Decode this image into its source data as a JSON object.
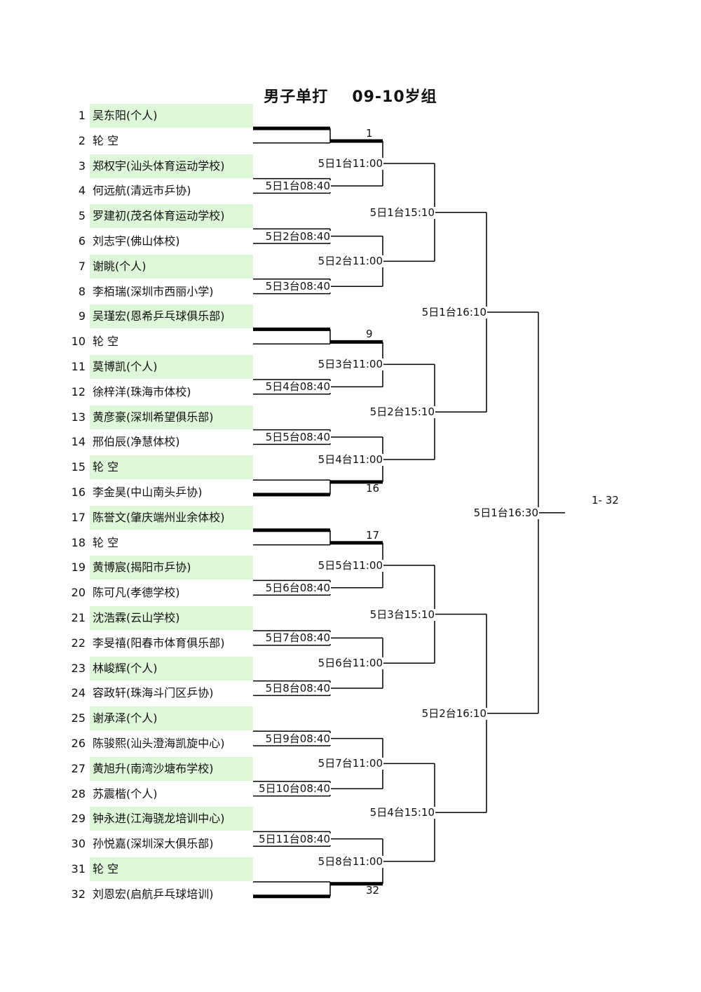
{
  "title": {
    "event": "男子单打",
    "group": "09-10岁组"
  },
  "players": [
    {
      "no": "1",
      "name": "吴东阳(个人)"
    },
    {
      "no": "2",
      "name": "轮  空"
    },
    {
      "no": "3",
      "name": "郑权宇(汕头体育运动学校)"
    },
    {
      "no": "4",
      "name": "何远航(清远市乒协)"
    },
    {
      "no": "5",
      "name": "罗建初(茂名体育运动学校)"
    },
    {
      "no": "6",
      "name": "刘志宇(佛山体校)"
    },
    {
      "no": "7",
      "name": "谢眺(个人)"
    },
    {
      "no": "8",
      "name": "李栢瑞(深圳市西丽小学)"
    },
    {
      "no": "9",
      "name": "吴瑾宏(恩希乒乓球俱乐部)"
    },
    {
      "no": "10",
      "name": "轮  空"
    },
    {
      "no": "11",
      "name": "莫博凯(个人)"
    },
    {
      "no": "12",
      "name": "徐梓洋(珠海市体校)"
    },
    {
      "no": "13",
      "name": "黄彦豪(深圳希望俱乐部)"
    },
    {
      "no": "14",
      "name": "邢伯辰(净慧体校)"
    },
    {
      "no": "15",
      "name": "轮  空"
    },
    {
      "no": "16",
      "name": "李金昊(中山南头乒协)"
    },
    {
      "no": "17",
      "name": "陈誉文(肇庆端州业余体校)"
    },
    {
      "no": "18",
      "name": "轮  空"
    },
    {
      "no": "19",
      "name": "黄博宸(揭阳市乒协)"
    },
    {
      "no": "20",
      "name": "陈可凡(孝德学校)"
    },
    {
      "no": "21",
      "name": "沈浩霖(云山学校)"
    },
    {
      "no": "22",
      "name": "李旻禧(阳春市体育俱乐部)"
    },
    {
      "no": "23",
      "name": "林峻辉(个人)"
    },
    {
      "no": "24",
      "name": "容政轩(珠海斗门区乒协)"
    },
    {
      "no": "25",
      "name": "谢承泽(个人)"
    },
    {
      "no": "26",
      "name": "陈骏熙(汕头澄海凯旋中心)"
    },
    {
      "no": "27",
      "name": "黄旭升(南湾沙塘布学校)"
    },
    {
      "no": "28",
      "name": "苏震楷(个人)"
    },
    {
      "no": "29",
      "name": "钟永进(江海骁龙培训中心)"
    },
    {
      "no": "30",
      "name": "孙悦嘉(深圳深大俱乐部)"
    },
    {
      "no": "31",
      "name": "轮  空"
    },
    {
      "no": "32",
      "name": "刘恩宏(启航乒乓球培训)"
    }
  ],
  "r1": [
    "1",
    "5日1台08:40",
    "5日2台08:40",
    "5日3台08:40",
    "9",
    "5日4台08:40",
    "5日5台08:40",
    "16",
    "17",
    "5日6台08:40",
    "5日7台08:40",
    "5日8台08:40",
    "5日9台08:40",
    "5日10台08:40",
    "5日11台08:40",
    "32"
  ],
  "r2": [
    "5日1台11:00",
    "5日2台11:00",
    "5日3台11:00",
    "5日4台11:00",
    "5日5台11:00",
    "5日6台11:00",
    "5日7台11:00",
    "5日8台11:00"
  ],
  "r3": [
    "5日1台15:10",
    "5日2台15:10",
    "5日3台15:10",
    "5日4台15:10"
  ],
  "r4": [
    "5日1台16:10",
    "5日2台16:10"
  ],
  "r5": [
    "5日1台16:30"
  ],
  "range": "1- 32"
}
